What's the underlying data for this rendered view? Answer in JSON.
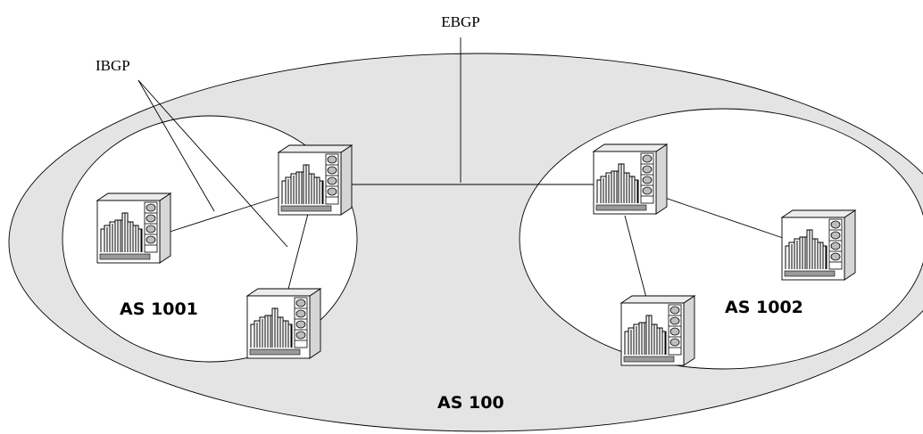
{
  "labels": {
    "ebgp": "EBGP",
    "ibgp": "IBGP",
    "as_outer": "AS 100",
    "as_left": "AS 1001",
    "as_right": "AS 1002"
  },
  "colors": {
    "outer_fill": "#e4e4e4",
    "inner_fill": "#ffffff",
    "router_side": "#d6d6d6",
    "router_top": "#ececec",
    "router_front": "#ffffff",
    "router_base": "#9a9a9a",
    "port": "#bdbdbd",
    "stroke": "#000000"
  },
  "routers": [
    {
      "id": "router-left-a",
      "name": "router-as1001-left"
    },
    {
      "id": "router-left-b",
      "name": "router-as1001-top"
    },
    {
      "id": "router-left-c",
      "name": "router-as1001-bottom"
    },
    {
      "id": "router-right-a",
      "name": "router-as1002-top"
    },
    {
      "id": "router-right-b",
      "name": "router-as1002-right"
    },
    {
      "id": "router-right-c",
      "name": "router-as1002-bottom"
    }
  ]
}
